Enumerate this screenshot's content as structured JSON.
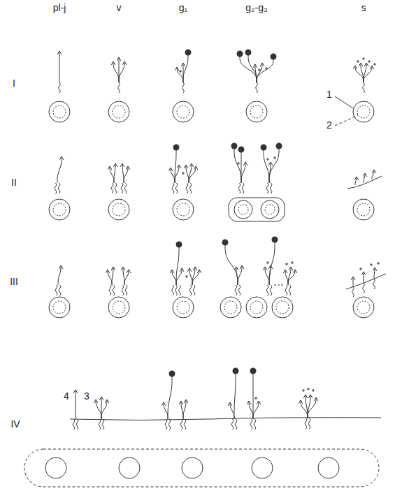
{
  "diagram": {
    "labels": [
      "pl-j",
      "v",
      "g₁",
      "g₂-g₃",
      "s",
      "I",
      "II",
      "III",
      "IV",
      "1",
      "2",
      "3",
      "4"
    ]
  }
}
